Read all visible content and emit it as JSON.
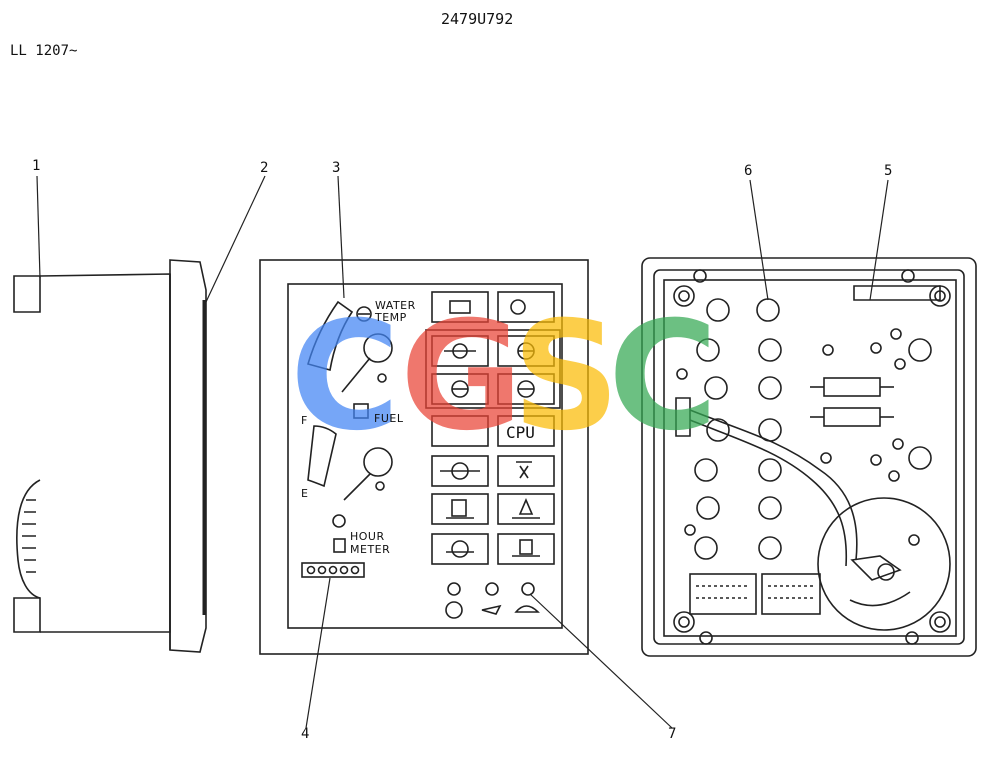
{
  "header": {
    "part_number": "2479U792",
    "serial_range": "LL 1207~"
  },
  "callouts": [
    "1",
    "2",
    "3",
    "4",
    "5",
    "6",
    "7"
  ],
  "panel": {
    "water_temp_1": "WATER",
    "water_temp_2": "TEMP",
    "fuel": "FUEL",
    "gauge_full": "F",
    "gauge_empty": "E",
    "hour_1": "HOUR",
    "hour_2": "METER",
    "cpu": "CPU"
  },
  "watermark": {
    "letters": [
      "C",
      "G",
      "S",
      "C"
    ],
    "colors": [
      "#4285f4",
      "#ea4335",
      "#fbbc05",
      "#34a853"
    ]
  }
}
